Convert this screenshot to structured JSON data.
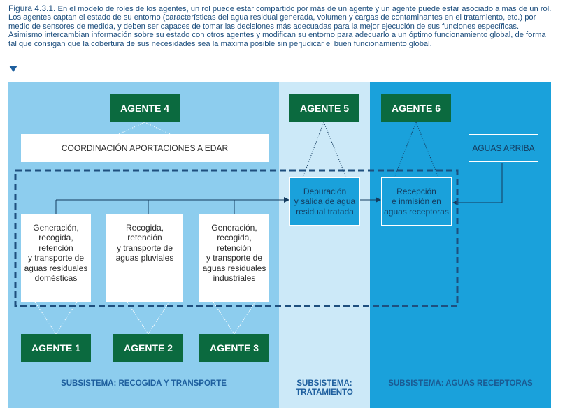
{
  "caption": {
    "figure_label": "Figura 4.3.1.",
    "text": "En el modelo de roles de los agentes, un rol puede estar compartido por más de un agente y un agente puede estar asociado a más de un rol. Los agentes captan el estado de su entorno (características del agua residual generada, volumen y cargas de contaminantes en el tratamiento, etc.) por medio de sensores de medida, y deben ser capaces de tomar las decisiones más adecuadas para la mejor ejecución de sus funciones específicas. Asimismo intercambian información sobre su estado con otros agentes y modifican su entorno para adecuarlo a un óptimo funcionamiento global, de forma tal que consigan que la cobertura de sus necesidades sea la máxima posible sin perjudicar el buen funcionamiento global."
  },
  "agents": {
    "a1": "AGENTE 1",
    "a2": "AGENTE 2",
    "a3": "AGENTE 3",
    "a4": "AGENTE 4",
    "a5": "AGENTE 5",
    "a6": "AGENTE 6"
  },
  "roles": {
    "coordinacion": "COORDINACIÓN APORTACIONES A EDAR",
    "domesticas": "Generación,\nrecogida,\nretención\ny transporte de\naguas residuales\ndomésticas",
    "pluviales": "Recogida,\nretención\ny transporte de\naguas pluviales",
    "industriales": "Generación,\nrecogida,\nretención\ny transporte de\naguas residuales\nindustriales",
    "depuracion": "Depuración\ny salida de agua\nresidual tratada",
    "recepcion": "Recepción\ne inmisión en\naguas receptoras",
    "aguas_arriba": "AGUAS ARRIBA"
  },
  "subsystems": {
    "recogida": "SUBSISTEMA: RECOGIDA Y TRANSPORTE",
    "tratamiento": "SUBSISTEMA:\nTRATAMIENTO",
    "receptoras": "SUBSISTEMA: AGUAS RECEPTORAS"
  },
  "colors": {
    "agent_green": "#0b6a3f",
    "panel_recogida": "#8dcdee",
    "panel_tratamiento": "#cce9f8",
    "panel_receptoras": "#1aa1db",
    "accent_dark_blue": "#1e4f7e"
  }
}
